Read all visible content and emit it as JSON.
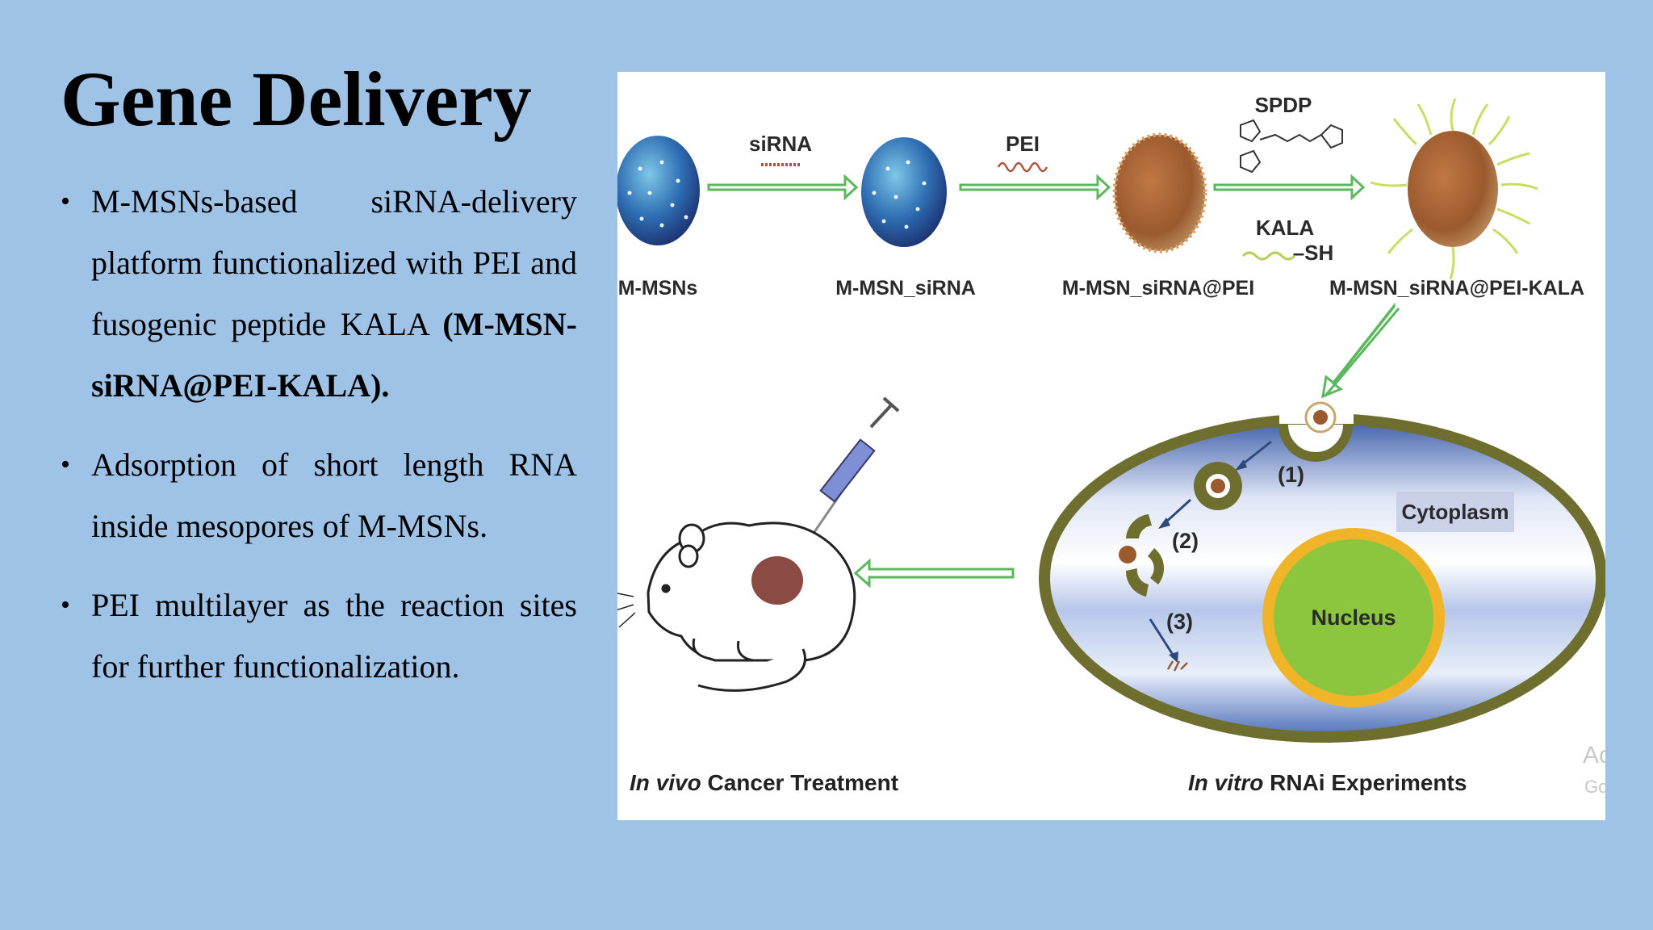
{
  "slide": {
    "title": "Gene Delivery",
    "bullets": [
      {
        "text": "M-MSNs-based siRNA-delivery platform functionalized with PEI and fusogenic peptide KALA ",
        "bold": "(M-MSN-siRNA@PEI-KALA)."
      },
      {
        "text": "Adsorption of short length RNA inside mesopores of M-MSNs.",
        "bold": ""
      },
      {
        "text": "PEI multilayer as the reaction sites for further functionalization.",
        "bold": ""
      }
    ]
  },
  "figure": {
    "particles": [
      "M-MSNs",
      "M-MSN_siRNA",
      "M-MSN_siRNA@PEI",
      "M-MSN_siRNA@PEI-KALA"
    ],
    "reagents": {
      "sirna": "siRNA",
      "pei": "PEI",
      "spdp": "SPDP",
      "kala": "KALA",
      "sh": "–SH"
    },
    "cell": {
      "cytoplasm": "Cytoplasm",
      "nucleus": "Nucleus",
      "steps": [
        "(1)",
        "(2)",
        "(3)"
      ]
    },
    "captions": {
      "invivo_italic": "In vivo",
      "invivo_rest": " Cancer Treatment",
      "invitro_italic": "In vitro",
      "invitro_rest": " RNAi Experiments"
    },
    "watermark": [
      "Ac",
      "Go"
    ],
    "colors": {
      "arrow_fill": "#ffffff",
      "arrow_stroke": "#5cb85c",
      "membrane": "#6e6e2e",
      "nucleus": "#8cc63f",
      "nucleus_ring": "#f0b429"
    }
  }
}
